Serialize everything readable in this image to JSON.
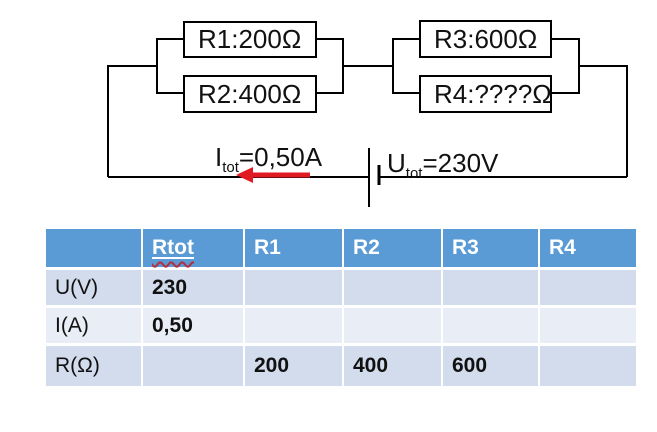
{
  "circuit": {
    "resistors": [
      {
        "name": "R1",
        "label": "R1:200Ω"
      },
      {
        "name": "R2",
        "label": "R2:400Ω"
      },
      {
        "name": "R3",
        "label": "R3:600Ω"
      },
      {
        "name": "R4",
        "label": "R4:????Ω"
      }
    ],
    "current": {
      "base": "I",
      "sub": "tot",
      "rest": "=0,50A"
    },
    "voltage": {
      "base": "U",
      "sub": "tot",
      "rest": "=230V"
    },
    "colors": {
      "wire": "#000000",
      "arrow": "#e11b22"
    }
  },
  "table": {
    "headers": [
      "",
      "Rtot",
      "R1",
      "R2",
      "R3",
      "R4"
    ],
    "rows": [
      {
        "label": "U(V)",
        "values": [
          "230",
          "",
          "",
          "",
          ""
        ]
      },
      {
        "label": "I(A)",
        "values": [
          "0,50",
          "",
          "",
          "",
          ""
        ]
      },
      {
        "label": "R(Ω)",
        "values": [
          "",
          "200",
          "400",
          "600",
          ""
        ]
      }
    ],
    "colors": {
      "header_bg": "#5b9bd5",
      "band_dark": "#d3dcec",
      "band_light": "#e9eef6",
      "header_text": "#ffffff",
      "body_text": "#111111"
    }
  }
}
